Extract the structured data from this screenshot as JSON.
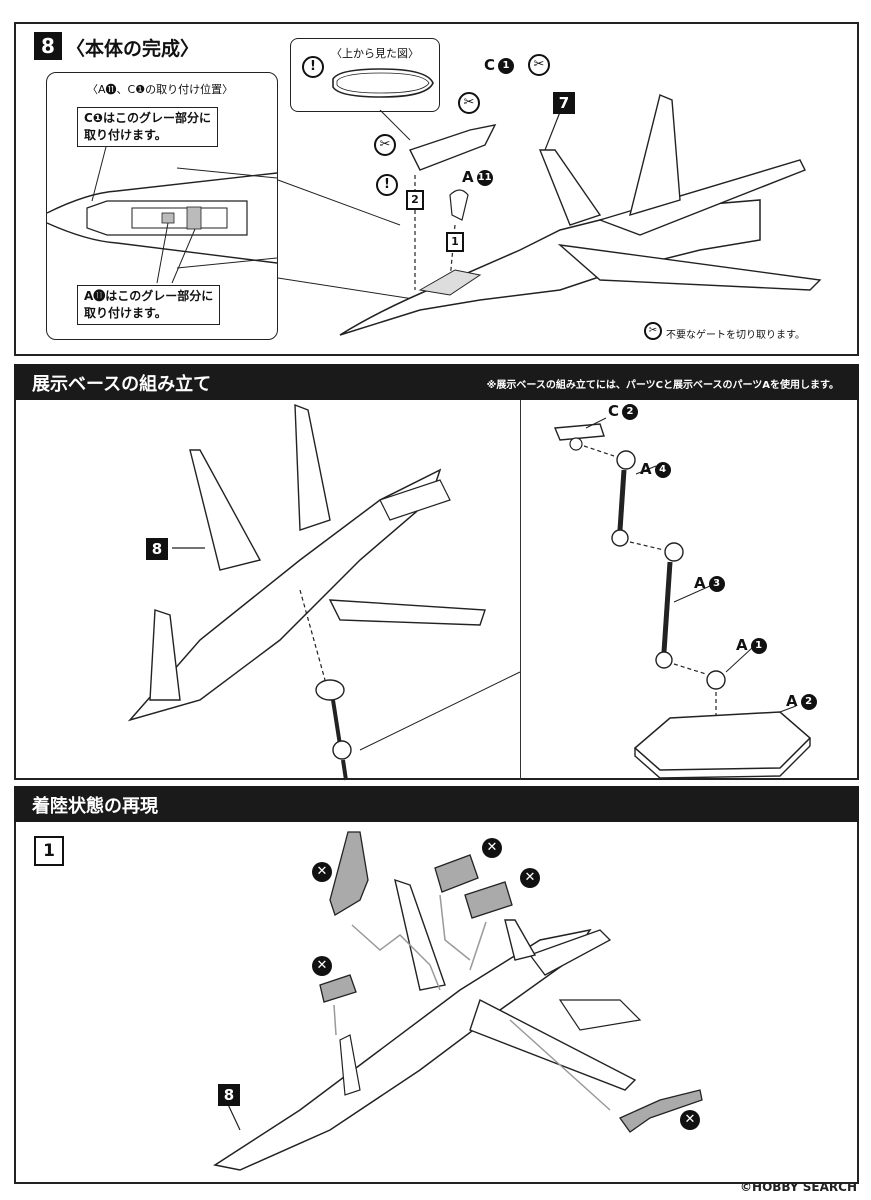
{
  "section1": {
    "step_number": "8",
    "title": "〈本体の完成〉",
    "inset_title": "〈A⓫、C❶の取り付け位置〉",
    "callout_c": [
      "C❶はこのグレー部分に",
      "取り付けます。"
    ],
    "callout_a": [
      "A⓫はこのグレー部分に",
      "取り付けます。"
    ],
    "topview_title": "〈上から見た図〉",
    "part_c": "C",
    "part_c_num": "1",
    "part_a": "A",
    "part_a_num": "11",
    "order_1": "1",
    "order_2": "2",
    "ref_step": "7",
    "gate_note": "不要なゲートを切り取ります。"
  },
  "section2": {
    "title": "展示ベースの組み立て",
    "note": "※展示ベースの組み立てには、パーツCと展示ベースのパーツAを使用します。",
    "ref_step": "8",
    "parts": [
      {
        "letter": "C",
        "num": "2"
      },
      {
        "letter": "A",
        "num": "4"
      },
      {
        "letter": "A",
        "num": "3"
      },
      {
        "letter": "A",
        "num": "1"
      },
      {
        "letter": "A",
        "num": "2"
      }
    ]
  },
  "section3": {
    "title": "着陸状態の再現",
    "step_number": "1",
    "ref_step": "8"
  },
  "watermark": "©HOBBY SEARCH"
}
